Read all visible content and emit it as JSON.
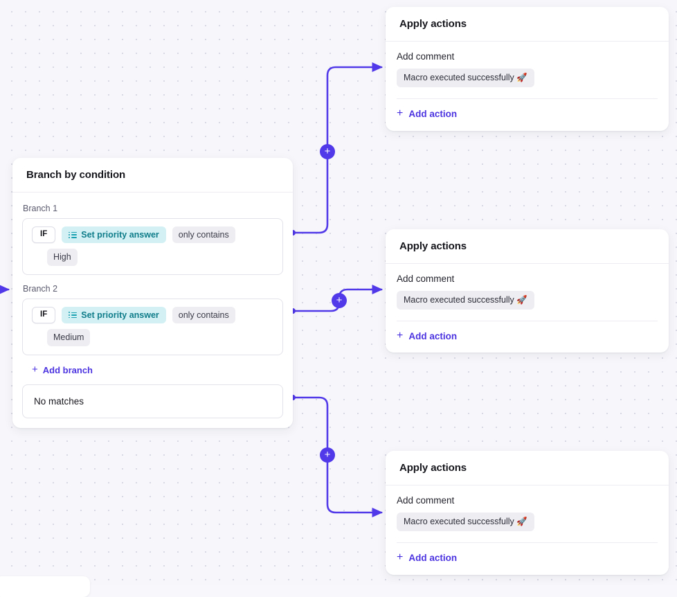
{
  "canvas": {
    "accent_color": "#5138e8",
    "edge_color": "#5138e8",
    "background_color": "#f7f7fb",
    "dot_color": "#d8d8e4"
  },
  "branch_node": {
    "title": "Branch by condition",
    "branches": [
      {
        "label": "Branch 1",
        "if_label": "IF",
        "field": "Set priority answer",
        "field_icon": "list-icon",
        "operator": "only contains",
        "value": "High"
      },
      {
        "label": "Branch 2",
        "if_label": "IF",
        "field": "Set priority answer",
        "field_icon": "list-icon",
        "operator": "only contains",
        "value": "Medium"
      }
    ],
    "add_branch_label": "Add branch",
    "add_branch_icon": "plus-icon",
    "no_matches_label": "No matches"
  },
  "action_nodes": [
    {
      "title": "Apply actions",
      "action_label": "Add comment",
      "comment": "Macro executed successfully 🚀",
      "add_action_label": "Add action",
      "add_action_icon": "plus-icon"
    },
    {
      "title": "Apply actions",
      "action_label": "Add comment",
      "comment": "Macro executed successfully 🚀",
      "add_action_label": "Add action",
      "add_action_icon": "plus-icon"
    },
    {
      "title": "Apply actions",
      "action_label": "Add comment",
      "comment": "Macro executed successfully 🚀",
      "add_action_label": "Add action",
      "add_action_icon": "plus-icon"
    }
  ],
  "edge_handles": [
    {
      "label": "+",
      "name": "add-step-on-edge-branch-1"
    },
    {
      "label": "+",
      "name": "add-step-on-edge-branch-2"
    },
    {
      "label": "+",
      "name": "add-step-on-edge-no-matches"
    }
  ]
}
